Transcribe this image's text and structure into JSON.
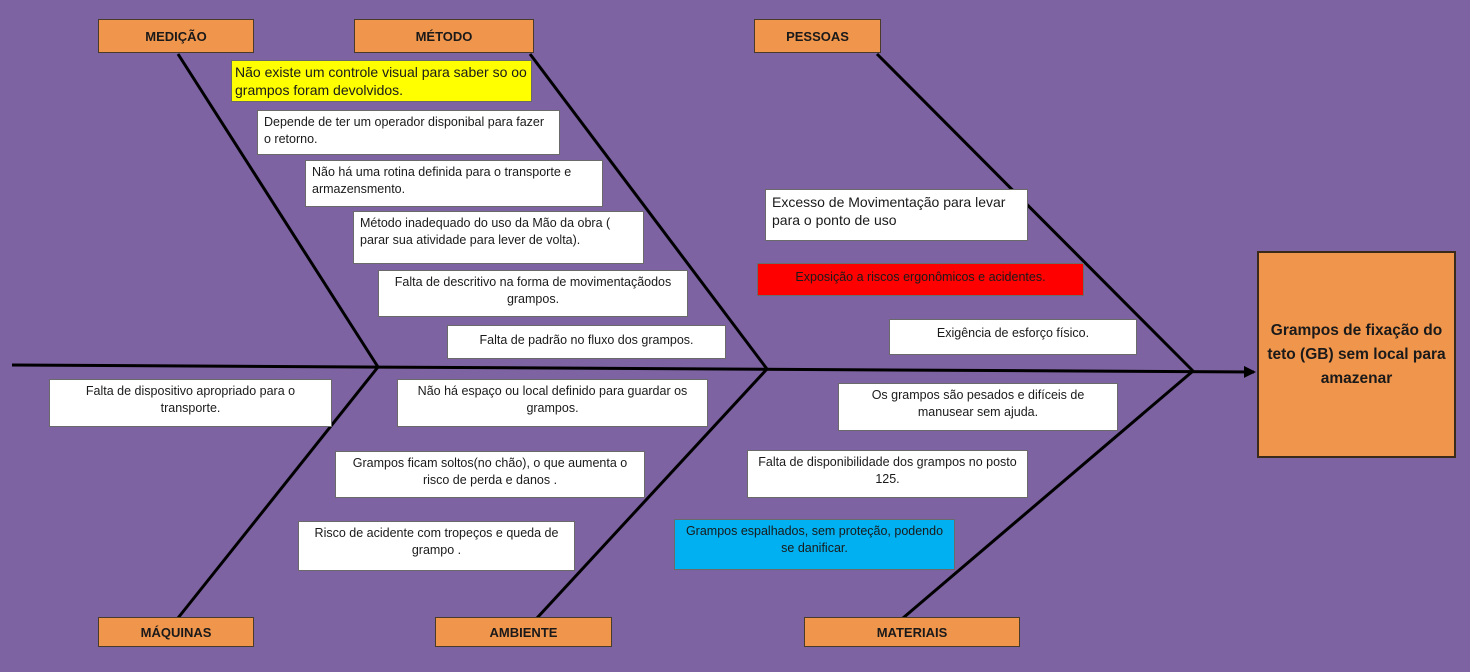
{
  "effect": "Grampos de fixação do teto (GB) sem local para amazenar",
  "categories": {
    "medicao": "MEDIÇÃO",
    "metodo": "MÉTODO",
    "pessoas": "PESSOAS",
    "maquinas": "MÁQUINAS",
    "ambiente": "AMBIENTE",
    "materiais": "MATERIAIS"
  },
  "causes": {
    "metodo": [
      "Não existe um controle visual para saber so oo grampos foram devolvidos.",
      "Depende de ter um operador disponibal para fazer o retorno.",
      "Não há uma rotina definida para o transporte e armazensmento.",
      "Método inadequado do uso da Mão da obra ( parar sua atividade para lever de volta).",
      "Falta de descritivo na forma de movimentaçãodos grampos.",
      "Falta de padrão no fluxo dos grampos."
    ],
    "pessoas": [
      "Excesso de Movimentação para levar para o ponto de uso",
      "Exposição a riscos ergonômicos  e acidentes.",
      "Exigência de esforço físico."
    ],
    "maquinas": [
      "Falta de dispositivo apropriado para o transporte."
    ],
    "ambiente": [
      "Não há espaço ou local definido para guardar os grampos.",
      "Grampos ficam soltos(no chão), o que aumenta o risco de perda e danos .",
      "Risco de acidente com tropeços e queda de grampo ."
    ],
    "materiais": [
      "Os grampos são pesados e difíceis de manusear sem ajuda.",
      "Falta de disponibilidade dos grampos no posto 125.",
      "Grampos espalhados, sem proteção, podendo se danificar."
    ]
  },
  "colors": {
    "background": "#7e63a2",
    "category_fill": "#f0954c",
    "effect_fill": "#f0954c",
    "highlight_yellow": "#ffff00",
    "highlight_red": "#ff0000",
    "highlight_blue": "#00b0f0",
    "bone_line": "#000000"
  }
}
